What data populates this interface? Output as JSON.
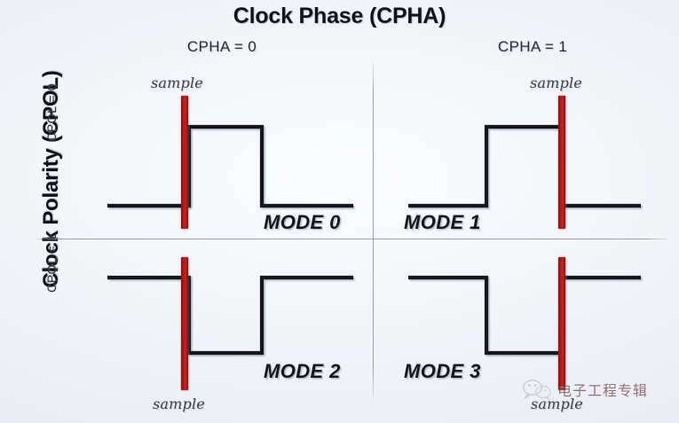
{
  "diagram": {
    "title": "Clock Phase (CPHA)",
    "row_axis_title": "Clock Polarity (CPOL)",
    "columns": [
      {
        "label": "CPHA = 0"
      },
      {
        "label": "CPHA = 1"
      }
    ],
    "rows": [
      {
        "label": "CPOL = 0"
      },
      {
        "label": "CPOL = 1"
      }
    ],
    "sample_label": "sample",
    "quadrants": [
      {
        "name": "MODE 0",
        "cpol": 0,
        "cpha": 0,
        "sample_edge": "rising",
        "sample_label_position": "top"
      },
      {
        "name": "MODE 1",
        "cpol": 0,
        "cpha": 1,
        "sample_edge": "falling",
        "sample_label_position": "top"
      },
      {
        "name": "MODE 2",
        "cpol": 1,
        "cpha": 0,
        "sample_edge": "falling",
        "sample_label_position": "bottom"
      },
      {
        "name": "MODE 3",
        "cpol": 1,
        "cpha": 1,
        "sample_edge": "rising",
        "sample_label_position": "bottom"
      }
    ],
    "colors": {
      "sample_line": "#b01b18",
      "waveform": "#14181e",
      "background": "#f3f5f9",
      "divider": "#8c92a4",
      "watermark_text": "#6e4040"
    }
  },
  "chart_data": {
    "type": "line",
    "title": "Clock Phase (CPHA)",
    "xlabel": "Clock Phase (CPHA)",
    "ylabel": "Clock Polarity (CPOL)",
    "grid": false,
    "legend": "none",
    "series": [
      {
        "name": "MODE 0",
        "cpol": 0,
        "cpha": 0,
        "idle_level": "low",
        "sample_edge": "rising",
        "points": [
          [
            121,
            232
          ],
          [
            213,
            232
          ],
          [
            213,
            143
          ],
          [
            295,
            143
          ],
          [
            295,
            232
          ],
          [
            398,
            232
          ]
        ],
        "sample_x": 208
      },
      {
        "name": "MODE 1",
        "cpol": 0,
        "cpha": 1,
        "idle_level": "low",
        "sample_edge": "falling",
        "points": [
          [
            460,
            232
          ],
          [
            548,
            232
          ],
          [
            548,
            143
          ],
          [
            633,
            143
          ],
          [
            633,
            232
          ],
          [
            722,
            232
          ]
        ],
        "sample_x": 633
      },
      {
        "name": "MODE 2",
        "cpol": 1,
        "cpha": 0,
        "idle_level": "high",
        "sample_edge": "falling",
        "points": [
          [
            121,
            313
          ],
          [
            213,
            313
          ],
          [
            213,
            398
          ],
          [
            295,
            398
          ],
          [
            295,
            313
          ],
          [
            398,
            313
          ]
        ],
        "sample_x": 208
      },
      {
        "name": "MODE 3",
        "cpol": 1,
        "cpha": 1,
        "idle_level": "high",
        "sample_edge": "rising",
        "points": [
          [
            460,
            313
          ],
          [
            548,
            313
          ],
          [
            548,
            398
          ],
          [
            633,
            398
          ],
          [
            633,
            313
          ],
          [
            722,
            313
          ]
        ],
        "sample_x": 633
      }
    ]
  },
  "watermark": {
    "text": "电子工程专辑",
    "logo": "wechat-icon"
  }
}
